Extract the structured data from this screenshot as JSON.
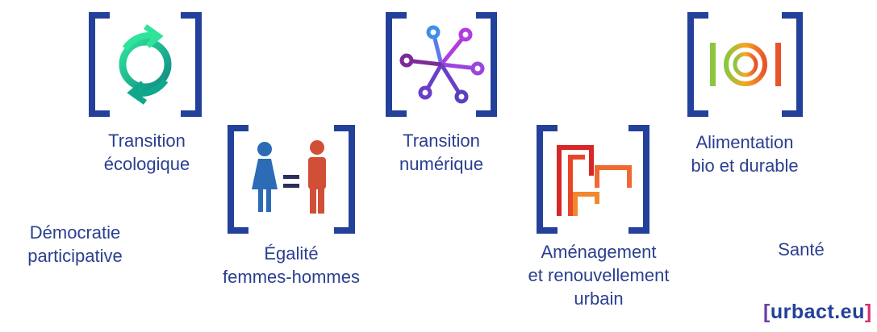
{
  "themes": [
    {
      "label_lines": [
        "Transition",
        "écologique"
      ],
      "icon": "cycle-arrows-icon"
    },
    {
      "label_lines": [
        "Égalité",
        "femmes-hommes"
      ],
      "icon": "gender-equality-icon"
    },
    {
      "label_lines": [
        "Transition",
        "numérique"
      ],
      "icon": "network-icon"
    },
    {
      "label_lines": [
        "Aménagement",
        "et renouvellement",
        "urbain"
      ],
      "icon": "urban-blocks-icon"
    },
    {
      "label_lines": [
        "Alimentation",
        "bio et durable"
      ],
      "icon": "plate-icon"
    },
    {
      "label_lines": [
        "Démocratie",
        "participative"
      ]
    },
    {
      "label_lines": [
        "Santé"
      ]
    }
  ],
  "logo": {
    "open": "[",
    "text": "urbact.eu",
    "close": "]"
  },
  "colors": {
    "bracket": "#23409a",
    "text": "#2a3f8f"
  }
}
